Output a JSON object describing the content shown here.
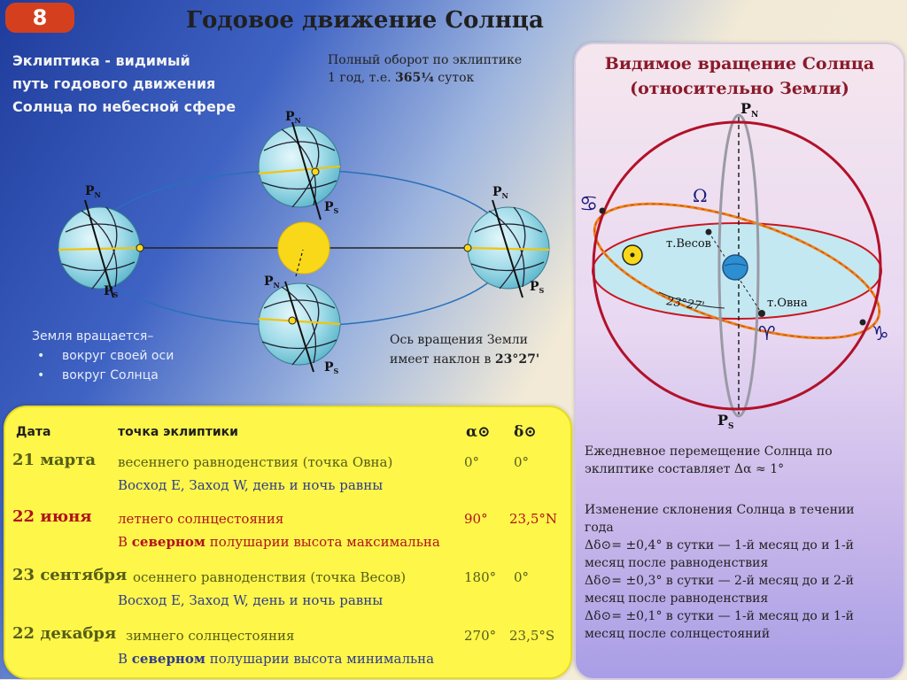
{
  "badge": "8",
  "title": "Годовое движение Солнца",
  "ecliptic_def": [
    "Эклиптика - видимый",
    "путь годового движения",
    "Солнца по небесной сфере"
  ],
  "orbit_note": {
    "line1": "Полный оборот по эклиптике",
    "line2_prefix": "1 год, т.е. ",
    "line2_bold": "365¼",
    "line2_suffix": " суток"
  },
  "earth_rotates": {
    "title": "Земля вращается–",
    "items": [
      "вокруг своей оси",
      "вокруг Солнца"
    ]
  },
  "axis_note": {
    "line1": "Ось вращения Земли",
    "line2_prefix": "имеет наклон в ",
    "line2_bold": "23°27'"
  },
  "orbit_labels": {
    "pn": "P",
    "pn_sub": "N",
    "ps": "P",
    "ps_sub": "S"
  },
  "sphere": {
    "title_line1": "Видимое вращение Солнца",
    "title_line2": "(относительно Земли)",
    "pn_label": "P",
    "pn_sub": "N",
    "ps_label": "P",
    "ps_sub": "S",
    "libra_point": "т.Весов",
    "aries_point": "т.Овна",
    "angle": "23°27'",
    "cancer_symbol": "♋",
    "capricorn_symbol": "♑",
    "aries_symbol": "♈",
    "libra_symbol": "Ω"
  },
  "daily_shift": [
    "Ежедневное перемещение Солнца по",
    "эклиптике составляет Δα ≈ 1°"
  ],
  "declination_change": {
    "intro": [
      "Изменение склонения Солнца в течении",
      "года"
    ],
    "lines": [
      "Δδ⊙= ±0,4° в сутки — 1-й месяц до и 1-й",
      "месяц после равноденствия",
      "Δδ⊙= ±0,3° в сутки — 2-й месяц до и 2-й",
      "месяц после равноденствия",
      "Δδ⊙= ±0,1° в сутки — 1-й месяц до и 1-й",
      "месяц после солнцестояний"
    ]
  },
  "table": {
    "headers": {
      "date": "Дата",
      "point": "точка эклиптики",
      "alpha": "α⊙",
      "delta": "δ⊙"
    },
    "rows": [
      {
        "date": "21 марта",
        "point": "весеннего равноденствия (точка Овна)",
        "alpha": "0°",
        "delta": "0°",
        "note": "Восход E, Заход W, день и ночь равны",
        "note_bold": "",
        "note_rest": ""
      },
      {
        "date": "22 июня",
        "point": "летнего солнцестояния",
        "alpha": "90°",
        "delta": "23,5°N",
        "note": "В ",
        "note_bold": "северном",
        "note_rest": " полушарии высота максимальна"
      },
      {
        "date": "23 сентября",
        "point": "осеннего равноденствия (точка Весов)",
        "alpha": "180°",
        "delta": "0°",
        "note": "Восход E, Заход W, день и ночь равны",
        "note_bold": "",
        "note_rest": ""
      },
      {
        "date": "22 декабря",
        "point": "зимнего солнцестояния",
        "alpha": "270°",
        "delta": "23,5°S",
        "note": "В ",
        "note_bold": "северном",
        "note_rest": " полушарии высота минимальна"
      }
    ]
  }
}
